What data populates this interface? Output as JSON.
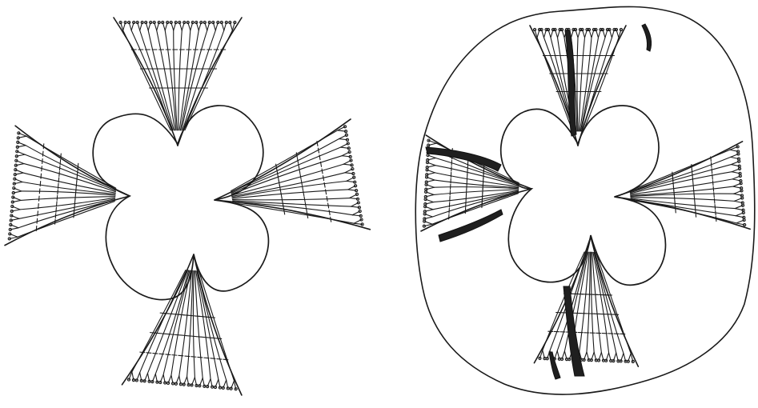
{
  "figures": [
    {
      "id": "left",
      "name": "four-lobed-cross-section-without-outline"
    },
    {
      "id": "right",
      "name": "four-lobed-cross-section-with-outline-and-dark-streaks"
    }
  ],
  "colors": {
    "ink": "#1a1a1a",
    "background": "#ffffff",
    "dark_streak": "#1f1f1f"
  }
}
